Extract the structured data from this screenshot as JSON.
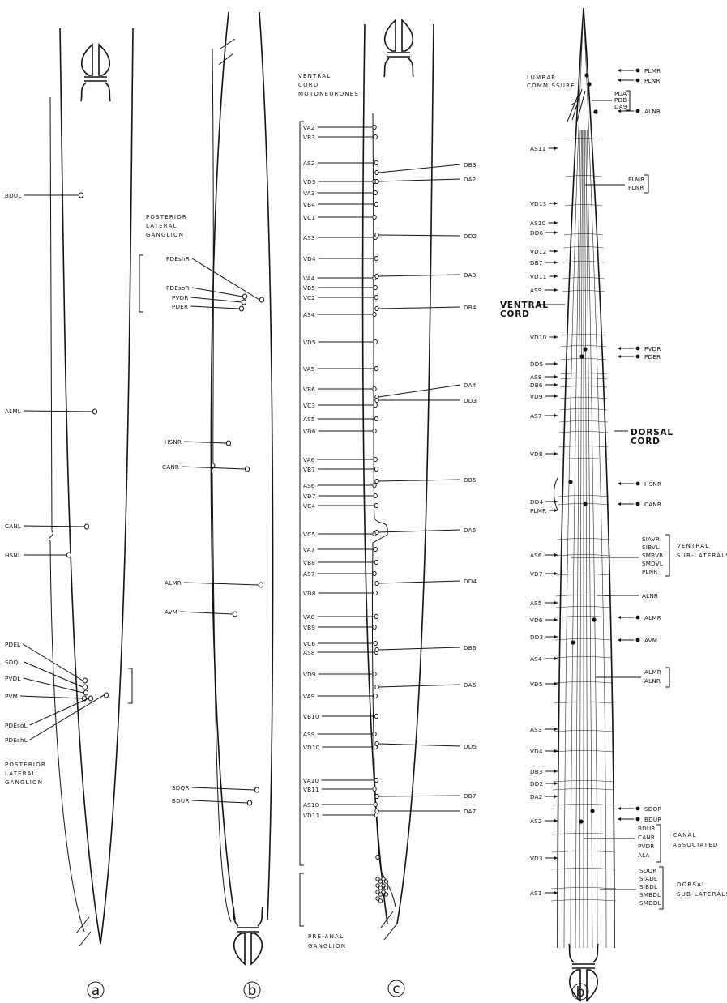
{
  "panels": {
    "a": {
      "letter": "a",
      "labels": [
        "BDUL",
        "ALML",
        "CANL",
        "HSNL",
        "PDEL",
        "SDQL",
        "PVDL",
        "PVM",
        "PDEsoL",
        "PDEshL"
      ],
      "ganglion_title": [
        "POSTERIOR",
        "LATERAL",
        "GANGLION"
      ]
    },
    "b": {
      "letter": "b",
      "ganglion_title": [
        "POSTERIOR",
        "LATERAL",
        "GANGLION"
      ],
      "labels": [
        "PDEshR",
        "PDEsoR",
        "PVDR",
        "PDER",
        "HSNR",
        "CANR",
        "ALMR",
        "AVM",
        "SDQR",
        "BDUR"
      ]
    },
    "c": {
      "letter": "c",
      "header": [
        "VENTRAL",
        "CORD",
        "MOTONEURONES"
      ],
      "footer": [
        "PRE-ANAL",
        "GANGLION"
      ],
      "left_labels": [
        "VA2",
        "VB3",
        "AS2",
        "VD3",
        "VA3",
        "VB4",
        "VC1",
        "AS3",
        "VD4",
        "VA4",
        "VB5",
        "VC2",
        "AS4",
        "VD5",
        "VA5",
        "VB6",
        "VC3",
        "AS5",
        "VD6",
        "VA6",
        "VB7",
        "AS6",
        "VD7",
        "VC4",
        "VC5",
        "VA7",
        "VB8",
        "AS7",
        "VD8",
        "VA8",
        "VB9",
        "VC6",
        "AS8",
        "VD9",
        "VA9",
        "VB10",
        "AS9",
        "VD10",
        "VA10",
        "VB11",
        "AS10",
        "VD11"
      ],
      "right_labels": [
        "DB3",
        "DA2",
        "DD2",
        "DA3",
        "DB4",
        "DA4",
        "DD3",
        "DB5",
        "DA5",
        "DD4",
        "DB6",
        "DA6",
        "DD5",
        "DB7",
        "DA7"
      ]
    },
    "d": {
      "letter": "b",
      "ventral_cord": [
        "VENTRAL",
        "CORD"
      ],
      "dorsal_cord": [
        "DORSAL",
        "CORD"
      ],
      "lumbar": [
        "LUMBAR",
        "COMMISSURE"
      ],
      "pda_group": [
        "PDA",
        "PDB",
        "DA9"
      ],
      "left_labels": [
        "AS11",
        "VD13",
        "AS10",
        "DD6",
        "VD12",
        "DB7",
        "VD11",
        "AS9",
        "VD10",
        "DD5",
        "AS8",
        "DB6",
        "VD9",
        "AS7",
        "VD8",
        "DD4",
        "PLMR",
        "AS6",
        "VD7",
        "AS5",
        "VD6",
        "DD3",
        "AS4",
        "VD5",
        "AS3",
        "VD4",
        "DB3",
        "DD2",
        "DA2",
        "AS2",
        "VD3",
        "AS1"
      ],
      "right_dots": [
        "PLMR",
        "PLNR",
        "ALNR",
        "PVDR",
        "PDER",
        "HSNR",
        "CANR",
        "ALMR",
        "AVM",
        "SDQR",
        "BDUR"
      ],
      "right_group_plmr": [
        "PLMR",
        "PLNR"
      ],
      "ventral_sub": [
        "SIAVR",
        "SIBVL",
        "SMBVR",
        "SMDVL",
        "PLNR"
      ],
      "ventral_sub_title": [
        "VENTRAL",
        "SUB-LATERALS"
      ],
      "right_single_alnr": "ALNR",
      "almr_alnr": [
        "ALMR",
        "ALNR"
      ],
      "canal_group": [
        "BDUR",
        "CANR",
        "PVDR",
        "ALA"
      ],
      "canal_title": [
        "CANAL",
        "ASSOCIATED"
      ],
      "dorsal_sub": [
        "SDQR",
        "SIADL",
        "SIBDL",
        "SMBDL",
        "SMDDL"
      ],
      "dorsal_sub_title": [
        "DORSAL",
        "SUB-LATERALS"
      ]
    }
  }
}
